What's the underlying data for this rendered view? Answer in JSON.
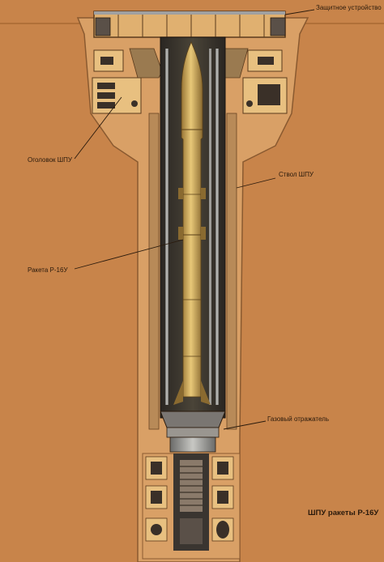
{
  "labels": {
    "protective_device": "Защитное устройство",
    "silo_head": "Оголовок ШПУ",
    "silo_wall": "Ствол ШПУ",
    "missile": "Ракета Р-16У",
    "gas_deflector": "Газовый отражатель"
  },
  "title": "ШПУ ракеты Р-16У",
  "colors": {
    "soil": "#c8844a",
    "concrete": "#d9a066",
    "concrete_edge": "#8a5a30",
    "shaft_interior": "#3a3530",
    "missile": "#d8b060",
    "missile_shade": "#a88440",
    "steel": "#9a9a98",
    "line": "#2a1a0c"
  }
}
